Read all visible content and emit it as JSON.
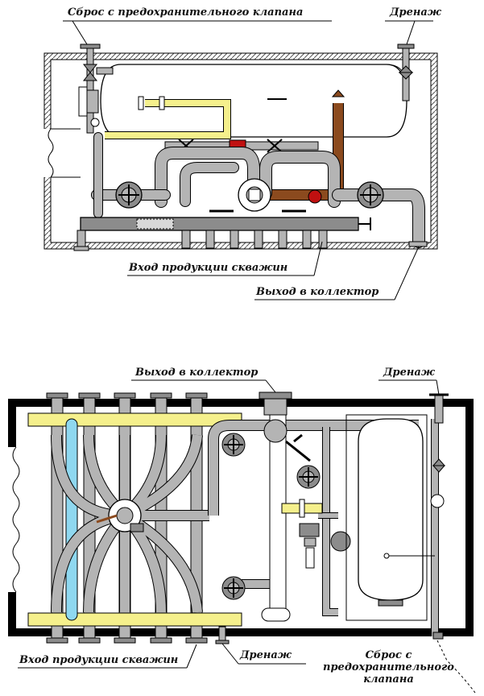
{
  "top_view": {
    "labels": {
      "relief_valve": "Сброс с предохранительного клапана",
      "drain": "Дренаж",
      "well_inlet": "Вход продукции скважин",
      "collector_outlet": "Выход в коллектор"
    }
  },
  "bottom_view": {
    "labels": {
      "collector_outlet": "Выход в коллектор",
      "drain_top": "Дренаж",
      "well_inlet": "Вход продукции скважин",
      "drain_bottom": "Дренаж",
      "relief_valve_line1": "Сброс с",
      "relief_valve_line2": "предохранительного",
      "relief_valve_line3": "клапана"
    }
  },
  "colors": {
    "pipe_gray": "#b4b4b4",
    "pipe_dark": "#8c8c8c",
    "outline": "#000000",
    "yellow_pipe": "#f5f08c",
    "brown_pipe": "#8b4a1e",
    "cyan_pipe": "#8fd8f0",
    "red_valve": "#c01010",
    "vessel_white": "#ffffff"
  }
}
